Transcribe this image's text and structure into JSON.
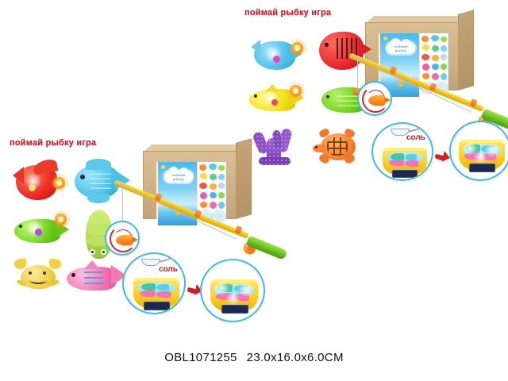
{
  "caption": {
    "sku": "OBL1071255",
    "dimensions": "23.0x16.0x6.0CM"
  },
  "products": [
    {
      "id": "product-top",
      "title": "поймай рыбку игра",
      "salt_label": "соль",
      "package": {
        "logo_text": "поймай рыбку",
        "type": "cardboard-carton"
      },
      "toys": [
        {
          "name": "blue-angelfish-toy",
          "color": "#4fc3e8"
        },
        {
          "name": "red-fish-toy",
          "color": "#e8272f"
        },
        {
          "name": "yellow-shark-toy",
          "color": "#f2e21a"
        },
        {
          "name": "green-fish-toy",
          "color": "#6fd11c"
        },
        {
          "name": "purple-coral-toy",
          "color": "#8e4fc4"
        },
        {
          "name": "orange-turtle-toy",
          "color": "#f58235"
        }
      ],
      "rod": {
        "name": "fishing-rod",
        "pole_color": "#f2c417",
        "handle_color": "#6cc421"
      }
    },
    {
      "id": "product-bot",
      "title": "поймай рыбку игра",
      "salt_label": "соль",
      "package": {
        "logo_text": "поймай рыбку",
        "type": "cardboard-carton"
      },
      "toys": [
        {
          "name": "red-angelfish-toy",
          "color": "#ec2b22"
        },
        {
          "name": "blue-fish-toy",
          "color": "#4fc3e8"
        },
        {
          "name": "green-fish-toy",
          "color": "#6fd11c"
        },
        {
          "name": "green-snail-toy",
          "color": "#b8e05c"
        },
        {
          "name": "yellow-crab-toy",
          "color": "#f2cf47"
        },
        {
          "name": "pink-fish-toy",
          "color": "#f576b4"
        }
      ],
      "rod": {
        "name": "fishing-rod",
        "pole_color": "#f2c417",
        "handle_color": "#6cc421"
      }
    }
  ],
  "colors": {
    "title_red": "#c4202c",
    "accent_blue": "#3cb8ee",
    "arrow_red": "#d11f26",
    "background": "#ffffff"
  }
}
